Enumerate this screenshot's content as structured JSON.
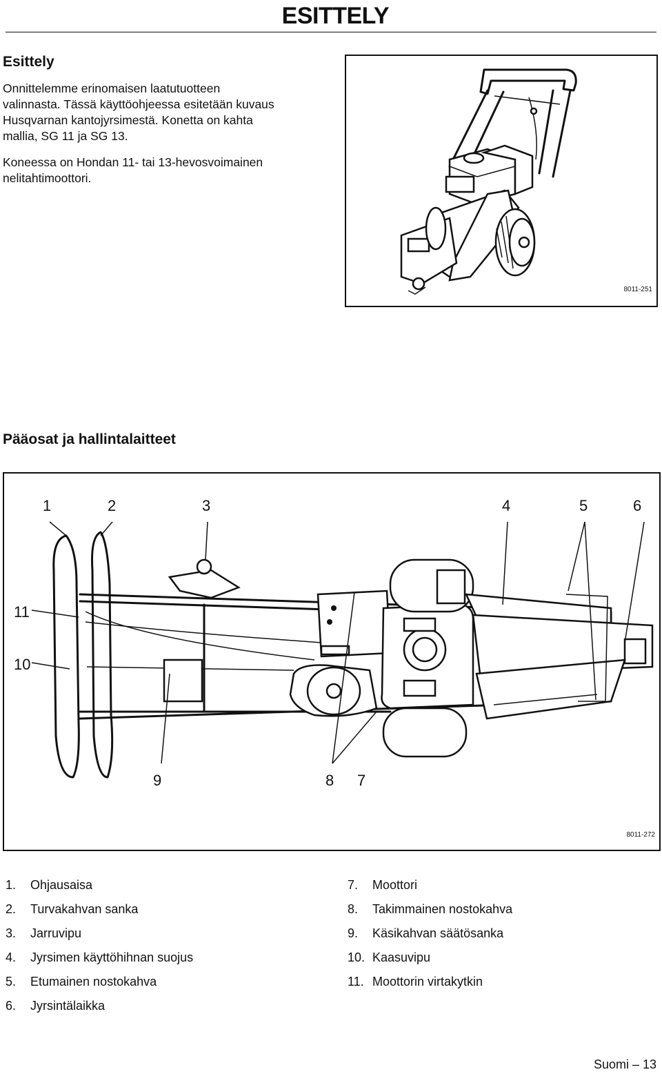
{
  "header": {
    "title": "ESITTELY"
  },
  "intro": {
    "heading": "Esittely",
    "p1_lines": [
      "Onnittelemme erinomaisen laatutuotteen",
      "valinnasta. Tässä käyttöohjeessa esitetään kuvaus",
      "Husqvarnan kantojyrsimestä. Konetta on kahta",
      "mallia, SG 11 ja SG 13."
    ],
    "p2_lines": [
      "Koneessa on Hondan 11- tai 13-hevosvoimainen",
      "nelitahtimoottori."
    ]
  },
  "figure1": {
    "code": "8011-251"
  },
  "section": {
    "heading": "Pääosat ja hallintalaitteet"
  },
  "figure2": {
    "code": "8011-272",
    "callouts": [
      "1",
      "2",
      "3",
      "4",
      "5",
      "6",
      "11",
      "10",
      "9",
      "8",
      "7"
    ]
  },
  "legend": {
    "left": [
      {
        "num": "1.",
        "label": "Ohjausaisa"
      },
      {
        "num": "2.",
        "label": "Turvakahvan sanka"
      },
      {
        "num": "3.",
        "label": "Jarruvipu"
      },
      {
        "num": "4.",
        "label": "Jyrsimen käyttöhihnan suojus"
      },
      {
        "num": "5.",
        "label": "Etumainen nostokahva"
      },
      {
        "num": "6.",
        "label": "Jyrsintälaikka"
      }
    ],
    "right": [
      {
        "num": "7.",
        "label": "Moottori"
      },
      {
        "num": "8.",
        "label": "Takimmainen nostokahva"
      },
      {
        "num": "9.",
        "label": "Käsikahvan säätösanka"
      },
      {
        "num": "10.",
        "label": "Kaasuvipu"
      },
      {
        "num": "11.",
        "label": "Moottorin virtakytkin"
      }
    ]
  },
  "footer": {
    "text": "Suomi – 13"
  }
}
